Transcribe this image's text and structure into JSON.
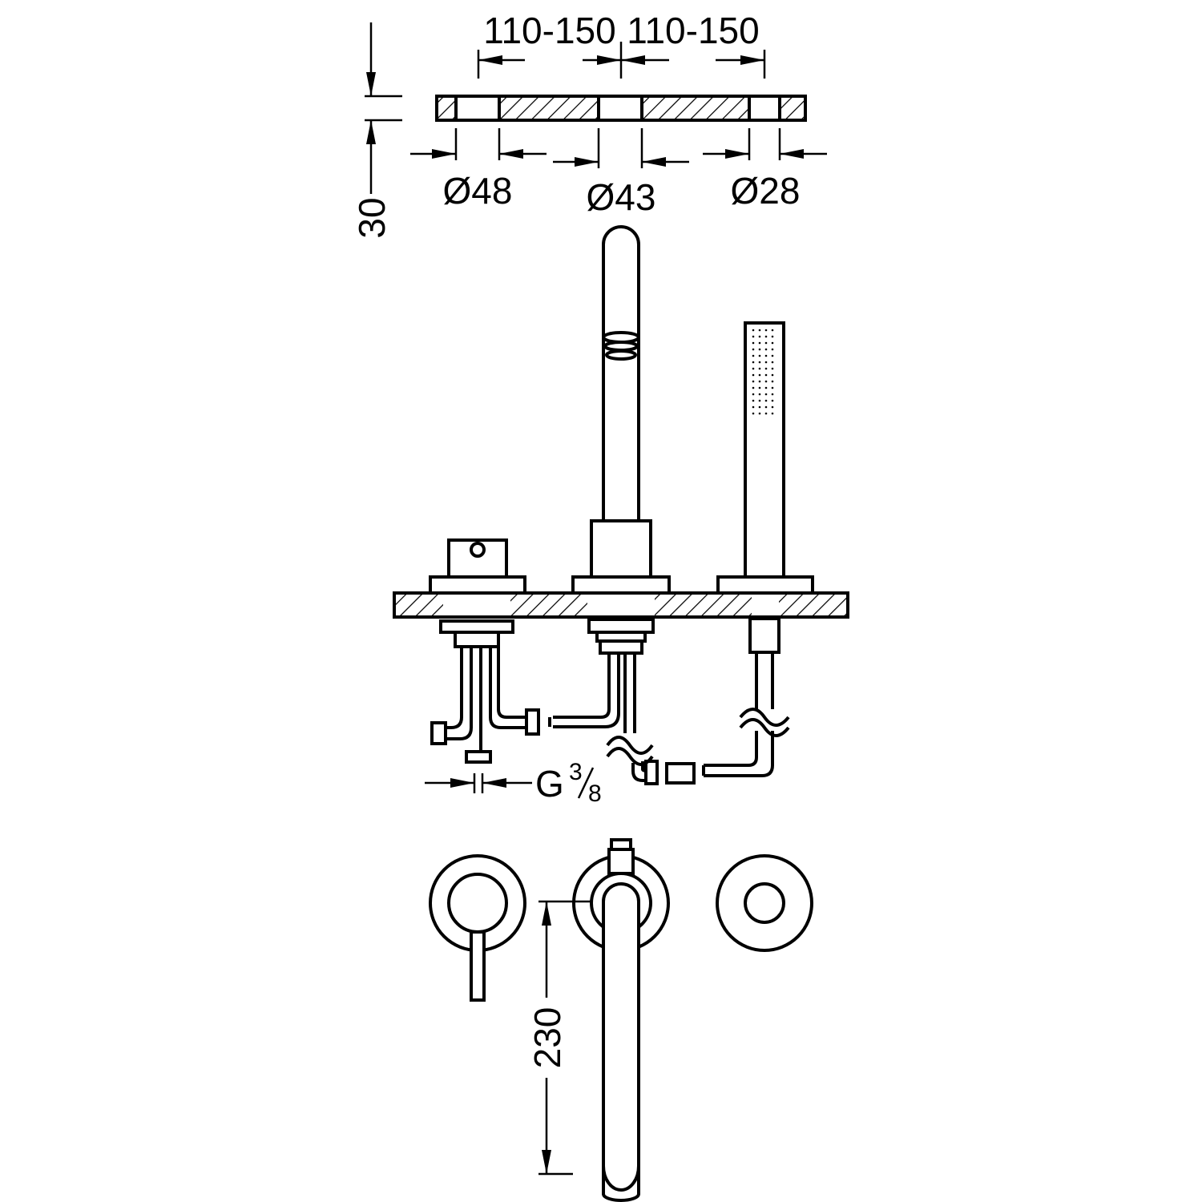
{
  "dimensions": {
    "spacing_left": "110-150",
    "spacing_right": "110-150",
    "thickness": "30",
    "dia_mixer": "Ø48",
    "dia_spout": "Ø43",
    "dia_shower": "Ø28",
    "thread_g": "G",
    "thread_num": "3",
    "thread_den": "8",
    "spout_height": "230"
  },
  "colors": {
    "line": "#000000",
    "background": "#ffffff"
  }
}
